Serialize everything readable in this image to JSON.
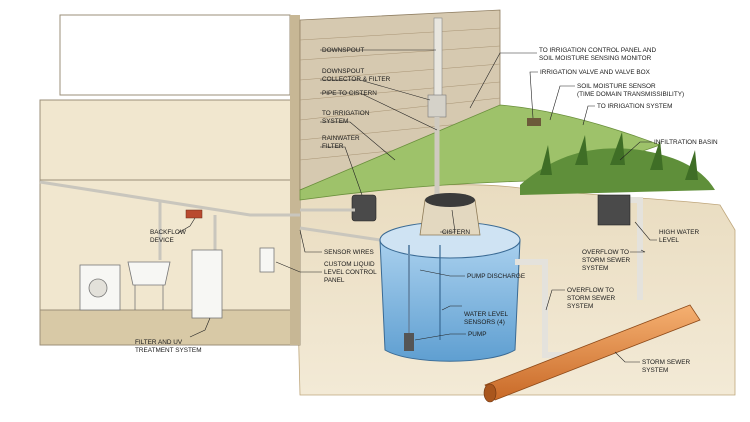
{
  "diagram": {
    "labels": {
      "downspout": "DOWNSPOUT",
      "downspout_collector_1": "DOWNSPOUT",
      "downspout_collector_2": "COLLECTOR & FILTER",
      "pipe_to_cistern": "PIPE TO CISTERN",
      "to_irrigation_system_1": "TO IRRIGATION",
      "to_irrigation_system_2": "SYSTEM",
      "rainwater_filter_1": "RAINWATER",
      "rainwater_filter_2": "FILTER",
      "irrigation_control_1": "TO IRRIGATION CONTROL PANEL AND",
      "irrigation_control_2": "SOIL MOISTURE SENSING MONITOR",
      "irrigation_valve": "IRRIGATION VALVE AND VALVE BOX",
      "soil_moisture_1": "SOIL MOISTURE SENSOR",
      "soil_moisture_2": "(TIME DOMAIN TRANSMISSIBILITY)",
      "to_irrigation_right": "TO IRRIGATION SYSTEM",
      "infiltration_basin": "INFILTRATION BASIN",
      "backflow_1": "BACKFLOW",
      "backflow_2": "DEVICE",
      "cistern": "CISTERN",
      "high_water_1": "HIGH WATER",
      "high_water_2": "LEVEL",
      "sensor_wires": "SENSOR WIRES",
      "control_panel_1": "CUSTOM LIQUID",
      "control_panel_2": "LEVEL CONTROL",
      "control_panel_3": "PANEL",
      "overflow_right_1": "OVERFLOW TO",
      "overflow_right_2": "STORM SEWER",
      "overflow_right_3": "SYSTEM",
      "pump_discharge": "PUMP DISCHARGE",
      "overflow_center_1": "OVERFLOW TO",
      "overflow_center_2": "STORM SEWER",
      "overflow_center_3": "SYSTEM",
      "water_level_1": "WATER LEVEL",
      "water_level_2": "SENSORS (4)",
      "pump": "PUMP",
      "filter_uv_1": "FILTER AND UV",
      "filter_uv_2": "TREATMENT SYSTEM",
      "storm_sewer_1": "STORM SEWER",
      "storm_sewer_2": "SYSTEM"
    }
  }
}
